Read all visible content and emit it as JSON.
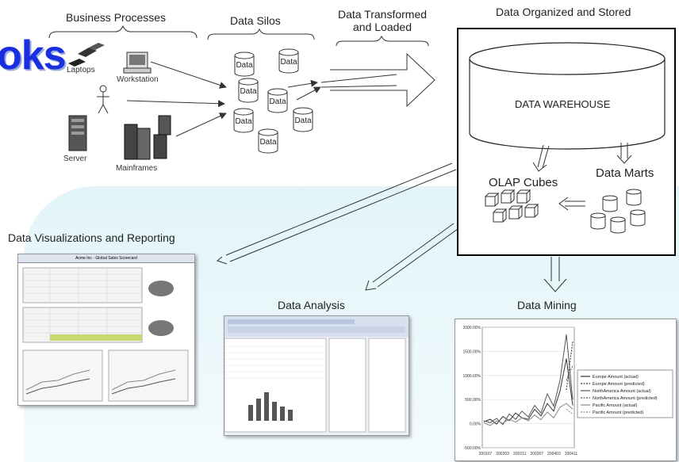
{
  "watermark": {
    "text": "oks"
  },
  "stages": {
    "business_processes": "Business Processes",
    "data_silos": "Data Silos",
    "transformed_line1": "Data Transformed",
    "transformed_line2": "and Loaded",
    "organized": "Data Organized and Stored"
  },
  "sources": {
    "laptops": "Laptops",
    "workstation": "Workstation",
    "server": "Server",
    "mainframes": "Mainframes"
  },
  "silo_label": "Data",
  "warehouse": {
    "title": "DATA WAREHOUSE",
    "olap": "OLAP Cubes",
    "marts": "Data Marts"
  },
  "outputs": {
    "visualization": "Data Visualizations and Reporting",
    "analysis": "Data Analysis",
    "mining": "Data Mining"
  },
  "scorecard": {
    "title": "Acme Inc - Global Sales Scorecard"
  },
  "mining_chart": {
    "chart_data": {
      "type": "line",
      "y_ticks": [
        "2000.00%",
        "1500.00%",
        "1000.00%",
        "500.00%",
        "0.00%",
        "-500.00%"
      ],
      "ylim": [
        -500,
        2000
      ],
      "x_ticks": [
        "200107",
        "200203",
        "200211",
        "200307",
        "200403",
        "200411"
      ],
      "series": [
        {
          "name": "Europe Amount (actual)",
          "color": "#333333",
          "style": "solid",
          "values": [
            40,
            90,
            -10,
            150,
            60,
            220,
            120,
            90,
            300,
            160,
            420,
            260,
            680,
            1350,
            380
          ]
        },
        {
          "name": "Europe Amount (predicted)",
          "color": "#333333",
          "style": "dotted",
          "values": [
            null,
            null,
            null,
            null,
            null,
            null,
            null,
            null,
            null,
            null,
            null,
            null,
            null,
            700,
            1700
          ]
        },
        {
          "name": "NorthAmerica Amount (actual)",
          "color": "#555555",
          "style": "solid",
          "values": [
            60,
            20,
            110,
            -20,
            200,
            90,
            260,
            140,
            380,
            220,
            620,
            360,
            900,
            1850,
            500
          ]
        },
        {
          "name": "NorthAmerica Amount (predicted)",
          "color": "#555555",
          "style": "dotted",
          "values": [
            null,
            null,
            null,
            null,
            null,
            null,
            null,
            null,
            null,
            null,
            null,
            null,
            null,
            900,
            1200
          ]
        },
        {
          "name": "Pacific Amount (actual)",
          "color": "#888888",
          "style": "solid",
          "values": [
            20,
            -40,
            60,
            10,
            90,
            30,
            120,
            60,
            180,
            80,
            240,
            120,
            340,
            420,
            300
          ]
        },
        {
          "name": "Pacific Amount (predicted)",
          "color": "#888888",
          "style": "dotted",
          "values": [
            null,
            null,
            null,
            null,
            null,
            null,
            null,
            null,
            null,
            null,
            null,
            null,
            null,
            300,
            200
          ]
        }
      ]
    }
  }
}
